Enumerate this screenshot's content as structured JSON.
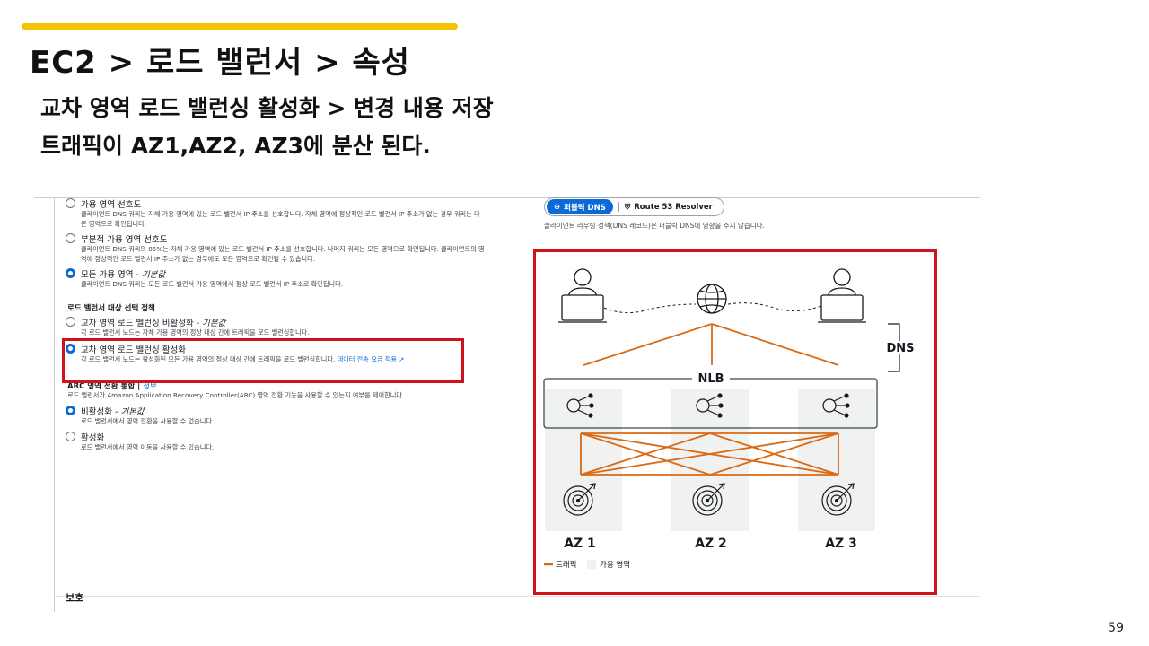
{
  "slide": {
    "title": "EC2 > 로드 밸런서 > 속성",
    "subtitle_1": "교차 영역 로드 밸런싱 활성화 > 변경 내용 저장",
    "subtitle_2": "트래픽이 AZ1,AZ2, AZ3에 분산 된다.",
    "page_number": "59",
    "accent_color": "#f5c400",
    "highlight_color": "#d0131a"
  },
  "console": {
    "az_affinity_options": [
      {
        "label": "가용 영역 선호도",
        "selected": false,
        "description": "클라이언트 DNS 쿼리는 자체 가용 영역에 있는 로드 밸런서 IP 주소를 선호합니다. 자체 영역에 정상적인 로드 밸런서 IP 주소가 없는 경우 쿼리는 다른 영역으로 확인됩니다."
      },
      {
        "label": "부분적 가용 영역 선호도",
        "selected": false,
        "description": "클라이언트 DNS 쿼리의 85%는 자체 가용 영역에 있는 로드 밸런서 IP 주소를 선호합니다. 나머지 쿼리는 모든 영역으로 확인됩니다. 클라이언트의 영역에 정상적인 로드 밸런서 IP 주소가 없는 경우에도 모든 영역으로 확인될 수 있습니다."
      },
      {
        "label": "모든 가용 영역 - ",
        "label_suffix": "기본값",
        "selected": true,
        "description": "클라이언트 DNS 쿼리는 모든 로드 밸런서 가용 영역에서 정상 로드 밸런서 IP 주소로 확인됩니다."
      }
    ],
    "target_policy": {
      "heading": "로드 밸런서 대상 선택 정책",
      "options": [
        {
          "label": "교차 영역 로드 밸런싱 비활성화 - ",
          "label_suffix": "기본값",
          "selected": false,
          "description": "각 로드 밸런서 노드는 자체 가용 영역의 정상 대상 간에 트래픽을 로드 밸런싱합니다."
        },
        {
          "label": "교차 영역 로드 밸런싱 활성화",
          "selected": true,
          "description": "각 로드 밸런서 노드는 활성화된 모든 가용 영역의 정상 대상 간에 트래픽을 로드 밸런싱합니다.",
          "link": "데이터 전송 요금 적용"
        }
      ]
    },
    "arc": {
      "heading": "ARC 영역 전환 통합",
      "info": "정보",
      "description": "로드 밸런서가 Amazon Application Recovery Controller(ARC) 영역 전환 기능을 사용할 수 있는지 여부를 제어합니다.",
      "options": [
        {
          "label": "비활성화 - ",
          "label_suffix": "기본값",
          "selected": true,
          "description": "로드 밸런서에서 영역 전환을 사용할 수 없습니다."
        },
        {
          "label": "활성화",
          "selected": false,
          "description": "로드 밸런서에서 영역 이동을 사용할 수 있습니다."
        }
      ]
    },
    "protection_heading": "보호",
    "dns_toggle": {
      "active_label": "퍼블릭 DNS",
      "inactive_label": "Route 53 Resolver",
      "description": "클라이언트 라우팅 정책(DNS 레코드)은 퍼블릭 DNS에 영향을 주지 않습니다."
    },
    "diagram": {
      "dns_label": "DNS",
      "nlb_label": "NLB",
      "zones": [
        "AZ 1",
        "AZ 2",
        "AZ 3"
      ],
      "legend": {
        "traffic": "트래픽",
        "zone": "가용 영역"
      },
      "traffic_color": "#d96a14",
      "zone_color": "#f0f1f1"
    }
  }
}
